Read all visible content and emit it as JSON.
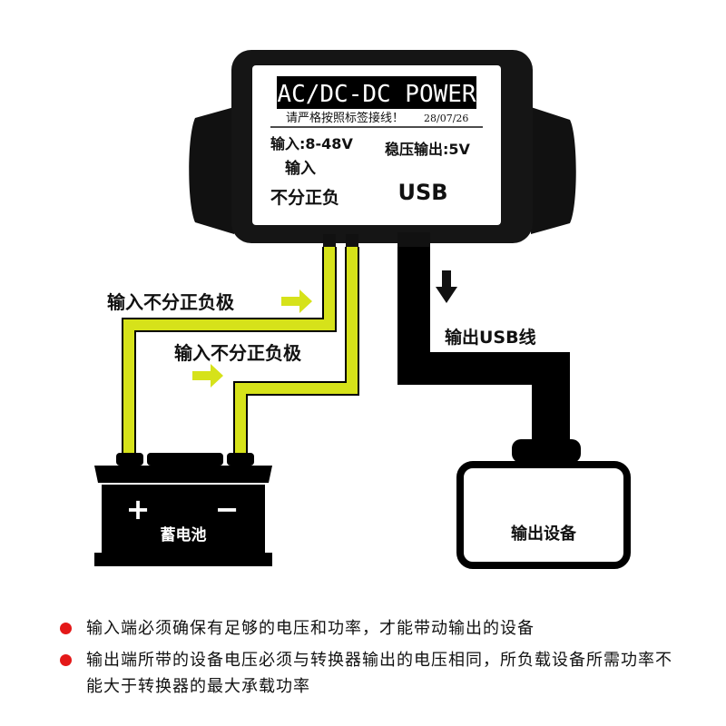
{
  "module": {
    "title": "AC/DC-DC POWER",
    "subtitle": "请严格按照标签接线！",
    "date_code": "28/07/26",
    "input_range": "输入:8-48V",
    "input_label": "输入",
    "polarity_note": "不分正负",
    "output_voltage": "稳压输出:5V",
    "output_type": "USB"
  },
  "wires": {
    "label_1": "输入不分正负极",
    "label_2": "输入不分正负极",
    "usb_cable_label": "输出USB线"
  },
  "battery": {
    "plus": "+",
    "minus": "−",
    "label": "蓄电池"
  },
  "device": {
    "label": "输出设备"
  },
  "notes": [
    "输入端必须确保有足够的电压和功率，才能带动输出的设备",
    "输出端所带的设备电压必须与转换器输出的电压相同，所负载设备所需功率不能大于转换器的最大承载功率"
  ],
  "colors": {
    "wire": "#d6e21a",
    "cable": "#000000",
    "bullet": "#e41818"
  }
}
